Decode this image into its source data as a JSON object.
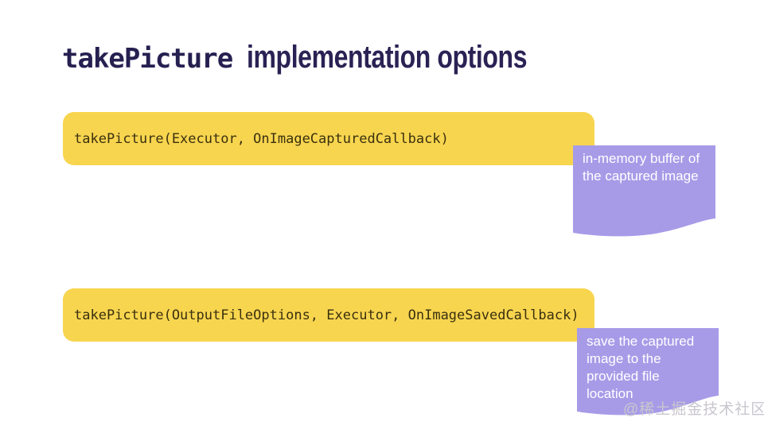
{
  "title": {
    "code": "takePicture",
    "text": "implementation options"
  },
  "options": [
    {
      "code": "takePicture(Executor, OnImageCapturedCallback)",
      "note": "in-memory buffer of\nthe captured image"
    },
    {
      "code": "takePicture(OutputFileOptions, Executor, OnImageSavedCallback)",
      "note": "save the captured\nimage to the\nprovided file\nlocation"
    }
  ],
  "watermark": "@稀土掘金技术社区",
  "colors": {
    "background": "#FFFFFF",
    "yellow": "#F8D54F",
    "purple": "#A79BE8",
    "title_navy": "#2A2254",
    "code_text": "#3A300F",
    "note_text": "#FFFFFF",
    "watermark_gray": "#C9C6CE"
  }
}
